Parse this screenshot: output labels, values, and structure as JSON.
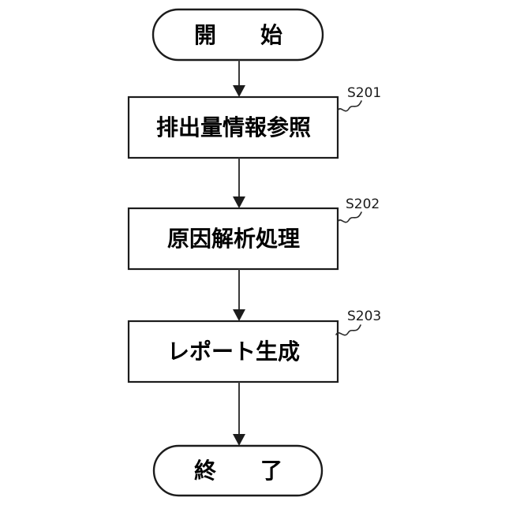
{
  "diagram": {
    "type": "flowchart",
    "orientation": "vertical",
    "background_color": "#ffffff",
    "line_color": "#1c1c1c",
    "text_color": "#000000",
    "nodes": [
      {
        "id": "start",
        "shape": "terminator",
        "label": "開　始",
        "step_label": ""
      },
      {
        "id": "s201",
        "shape": "process",
        "label": "排出量情報参照",
        "step_label": "S201"
      },
      {
        "id": "s202",
        "shape": "process",
        "label": "原因解析処理",
        "step_label": "S202"
      },
      {
        "id": "s203",
        "shape": "process",
        "label": "レポート生成",
        "step_label": "S203"
      },
      {
        "id": "end",
        "shape": "terminator",
        "label": "終　了",
        "step_label": ""
      }
    ],
    "edges": [
      {
        "from": "start",
        "to": "s201"
      },
      {
        "from": "s201",
        "to": "s202"
      },
      {
        "from": "s202",
        "to": "s203"
      },
      {
        "from": "s203",
        "to": "end"
      }
    ]
  }
}
